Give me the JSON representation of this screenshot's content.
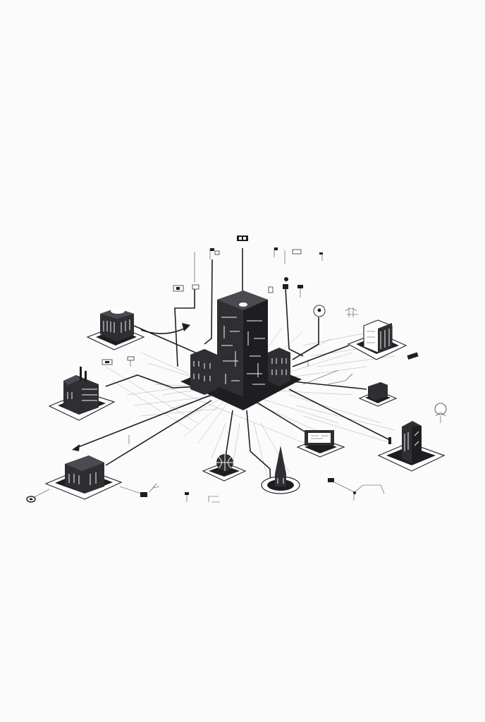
{
  "diagram": {
    "type": "network-hub",
    "nodes": [
      {
        "id": "central-tower"
      },
      {
        "id": "node-upper-left"
      },
      {
        "id": "node-left"
      },
      {
        "id": "node-lower-left"
      },
      {
        "id": "node-upper-right"
      },
      {
        "id": "node-right-small"
      },
      {
        "id": "node-right-tower"
      },
      {
        "id": "node-billboard"
      },
      {
        "id": "node-globe"
      },
      {
        "id": "node-spire"
      }
    ],
    "edges": [
      [
        "central-tower",
        "node-upper-left"
      ],
      [
        "central-tower",
        "node-left"
      ],
      [
        "central-tower",
        "node-lower-left"
      ],
      [
        "central-tower",
        "node-upper-right"
      ],
      [
        "central-tower",
        "node-right-small"
      ],
      [
        "central-tower",
        "node-right-tower"
      ],
      [
        "central-tower",
        "node-billboard"
      ],
      [
        "central-tower",
        "node-globe"
      ],
      [
        "central-tower",
        "node-spire"
      ]
    ]
  },
  "colors": {
    "background": "#fbfbfb",
    "building": "#2f2f33",
    "line": "#1f1f23"
  }
}
